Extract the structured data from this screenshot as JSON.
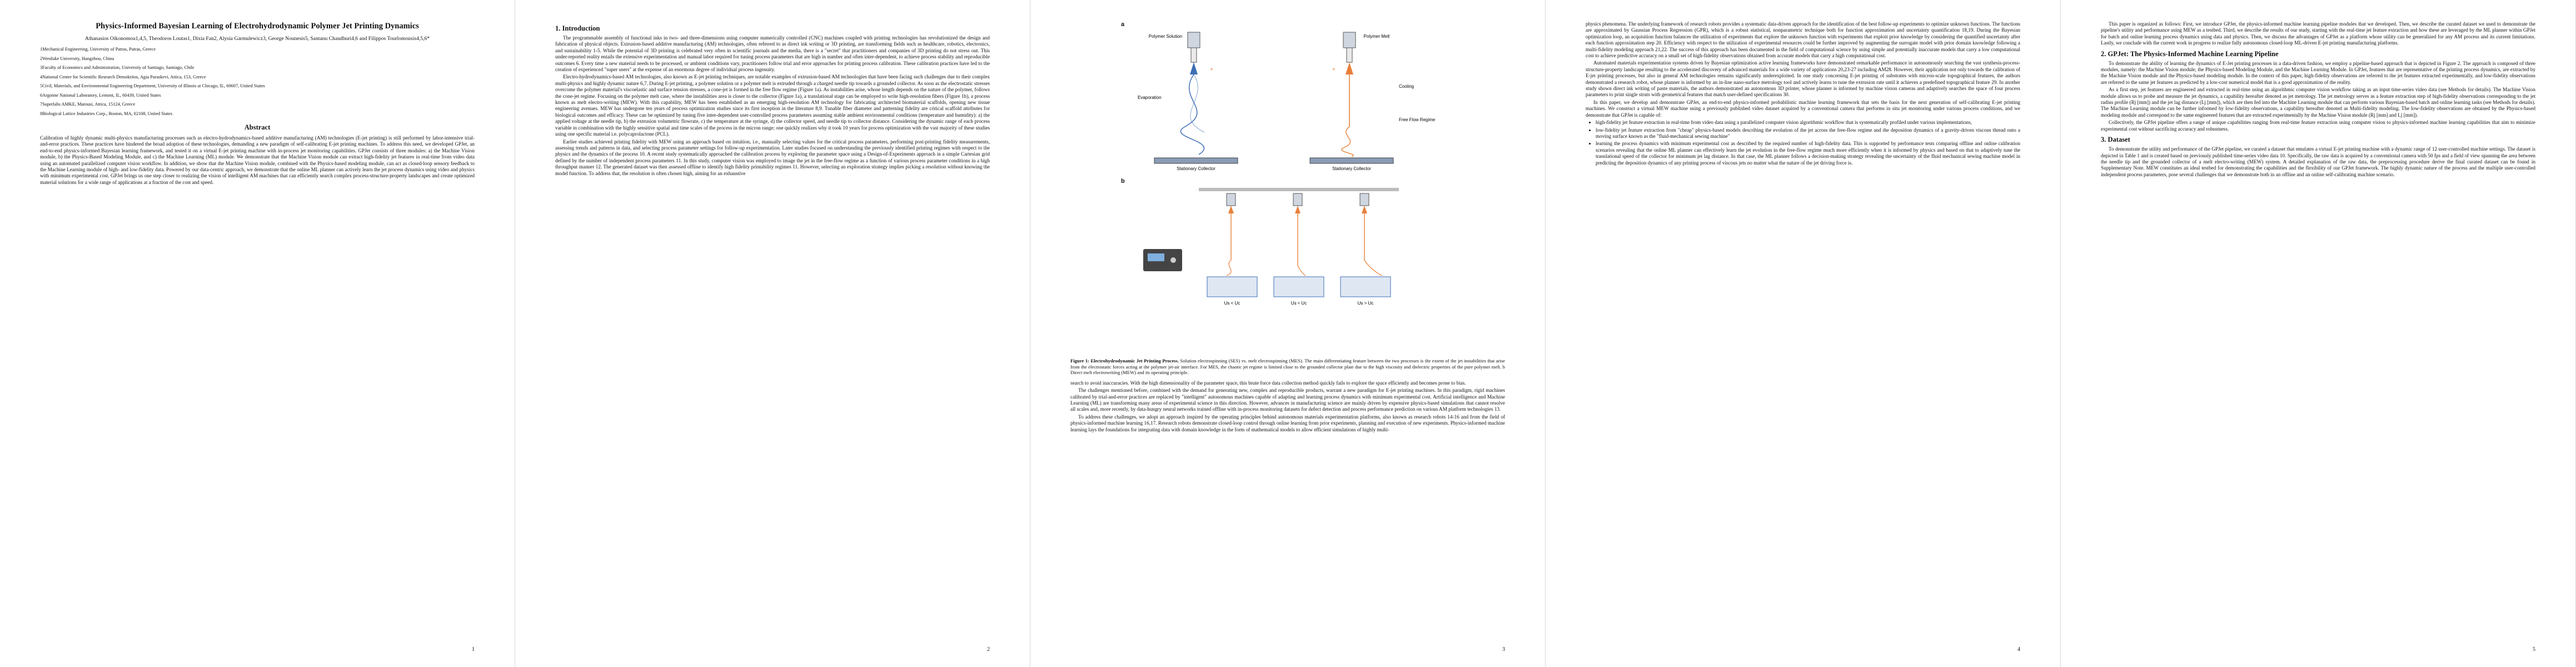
{
  "page_numbers": [
    "1",
    "2",
    "3",
    "4",
    "5"
  ],
  "p1": {
    "title": "Physics-Informed Bayesian Learning of Electrohydrodynamic Polymer Jet Printing Dynamics",
    "authors": "Athanasios Oikonomou1,4,5, Theodoros Loutas1, Dixia Fan2, Alysia Garmulewicz3, George Nounesis5, Santanu Chaudhuri4,6 and Filippos Tourlomousis4,5,6*",
    "affiliations": [
      "1Mechanical Engineering, University of Patras, Patras, Greece",
      "2Westlake University, Hangzhou, China",
      "3Faculty of Economics and Administration, University of Santiago, Santiago, Chile",
      "4National Centre for Scientific Research Demokritos, Agia Paraskevi, Attica, 153, Greece",
      "5Civil, Materials, and Environmental Engineering Department, University of Illinois at Chicago, IL, 60607, United States",
      "6Argonne National Laboratory, Lemont, IL, 60439, United States",
      "7Superlabs AMKE, Marousi, Attica, 15124, Greece",
      "8Biological Lattice Industries Corp., Boston, MA, 02108, United States"
    ],
    "abstract_heading": "Abstract",
    "abstract": "Calibration of highly dynamic multi-physics manufacturing processes such as electro-hydrodynamics-based additive manufacturing (AM) technologies (E-jet printing) is still performed by labor-intensive trial-and-error practices. These practices have hindered the broad adoption of these technologies, demanding a new paradigm of self-calibrating E-jet printing machines. To address this need, we developed GPJet, an end-to-end physics-informed Bayesian learning framework, and tested it on a virtual E-jet printing machine with in-process jet monitoring capabilities. GPJet consists of three modules: a) the Machine Vision module, b) the Physics-Based Modeling Module, and c) the Machine Learning (ML) module. We demonstrate that the Machine Vision module can extract high-fidelity jet features in real-time from video data using an automated parallelized computer vision workflow. In addition, we show that the Machine Vision module, combined with the Physics-based modeling module, can act as closed-loop sensory feedback to the Machine Learning module of high- and low-fidelity data. Powered by our data-centric approach, we demonstrate that the online ML planner can actively learn the jet process dynamics using video and physics with minimum experimental cost. GPJet brings us one step closer to realizing the vision of intelligent AM machines that can efficiently search complex process-structure-property landscapes and create optimized material solutions for a wide range of applications at a fraction of the cost and speed."
  },
  "p2": {
    "heading": "1.   Introduction",
    "paras": [
      "The programmable assembly of functional inks in two- and three-dimensions using computer numerically controlled (CNC) machines coupled with printing technologies has revolutionized the design and fabrication of physical objects. Extrusion-based additive manufacturing (AM) technologies, often referred to as direct ink writing or 3D printing, are transforming fields such as healthcare, robotics, electronics, and sustainability 1-5. While the potential of 3D printing is celebrated very often in scientific journals and the media, there is a \"secret\" that practitioners and companies of 3D printing do not stress out. This under-reported reality entails the extensive experimentation and manual labor required for tuning process parameters that are high in number and often inter-dependent, to achieve process stability and reproducible outcomes 6. Every time a new material needs to be processed, or ambient conditions vary, practitioners follow trial and error approaches for printing process calibration. These calibration practices have led to the creation of experienced \"super users\" at the expense of an enormous degree of individual process ingenuity.",
      "Electro-hydrodynamics-based AM technologies, also known as E-jet printing techniques, are notable examples of extrusion-based AM technologies that have been facing such challenges due to their complex multi-physics and highly dynamic nature 6,7. During E-jet printing, a polymer solution or a polymer melt is extruded through a charged needle tip towards a grounded collector. As soon as the electrostatic stresses overcome the polymer material's viscoelastic and surface tension stresses, a cone-jet is formed in the free flow regime (Figure 1a). As instabilities arise, whose length depends on the nature of the polymer, follows the cone-jet regime. Focusing on the polymer melt case, where the instabilities area is closer to the collector (Figure 1a), a translational stage can be employed to write high-resolution fibers (Figure 1b), a process known as melt electro-writing (MEW). With this capability, MEW has been established as an emerging high-resolution AM technology for fabricating architected biomaterial scaffolds, opening new tissue engineering avenues. MEW has undergone ten years of process optimization studies since its first inception in the literature 8,9. Tunable fiber diameter and patterning fidelity are critical scaffold attributes for biological outcomes and efficacy. These can be optimized by tuning five inter-dependent user-controlled process parameters assuming stable ambient environmental conditions (temperature and humidity): a) the applied voltage at the needle tip, b) the extrusion volumetric flowrate, c) the temperature at the syringe, d) the collector speed, and needle tip to collector distance. Considering the dynamic range of each process variable in combination with the highly sensitive spatial and time scales of the process in the micron range; one quickly realizes why it took 10 years for process optimization with the vast majority of these studies using one specific material i.e. polycaprolactone (PCL).",
      "Earlier studies achieved printing fidelity with MEW using an approach based on intuition, i.e., manually selecting values for the critical process parameters, performing post-printing fidelity measurements, assessing trends and patterns in data, and selecting process parameter settings for follow-up experimentation. Later studies focused on understanding the previously identified printing regimes with respect to the physics and the dynamics of the process 10. A recent study systematically approached the calibration process by exploring the parameter space using a Design-of-Experiments approach in a simple Cartesian grid defined by the number of independent process parameters 11. In this study, computer vision was employed to image the jet in the free-flow regime as a function of various process parameter conditions in a high throughput manner 12. The generated dataset was then assessed offline to identify high fidelity printability regimes 11. However, selecting an exploration strategy implies picking a resolution without knowing the model function. To address that, the resolution is often chosen high, aiming for an exhaustive"
    ]
  },
  "p3": {
    "figure": {
      "label_a": "a",
      "label_b": "b",
      "labels_top": [
        "Polymer Solution",
        "Polymer Melt"
      ],
      "labels_side": [
        "Evaporation",
        "Cooling",
        "Free Flow Regime"
      ],
      "collector_left": "Stationary Collector",
      "collector_right": "Stationary Collector",
      "col_labels": [
        "Us < Uc",
        "Us ≈ Uc",
        "Us > Uc"
      ]
    },
    "caption_title": "Figure 1: Electrohydrodynamic Jet Printing Process.",
    "caption_body": " Solution electrospinning (SES) vs. melt electrospinning (MES). The main differentiating feature between the two processes is the extent of the jet instabilities that arise from the electrostatic forces acting at the polymer jet-air interface. For MES, the chaotic jet regime is limited close to the grounded collector plate due to the high viscosity and dielectric properties of the pure polymer melt. b Direct melt electrowriting (MEW) and its operating principle.",
    "paras": [
      "search to avoid inaccuracies. With the high dimensionality of the parameter space, this brute force data collection method quickly fails to explore the space efficiently and becomes prone to bias.",
      "The challenges mentioned before, combined with the demand for generating new, complex and reproducible products, warrant a new paradigm for E-jet printing machines. In this paradigm, rigid machines calibrated by trial-and-error practices are replaced by \"intelligent\" autonomous machines capable of adapting and learning process dynamics with minimum experimental cost. Artificial intelligence and Machine Learning (ML) are transforming many areas of experimental science in this direction. However, advances in manufacturing science are mainly driven by expensive physics-based simulations that cannot resolve all scales and, more recently, by data-hungry neural networks trained offline with in-process monitoring datasets for defect detection and process performance prediction on various AM platform technologies 13.",
      "To address these challenges, we adopt an approach inspired by the operating principles behind autonomous materials experimentation platforms, also known as research robots 14-16 and from the field of physics-informed machine learning 16,17. Research robots demonstrate closed-loop control through online learning from prior experiments, planning and execution of new experiments. Physics-informed machine learning lays the foundations for integrating data with domain knowledge in the form of mathematical models to allow efficient simulations of highly multi-"
    ]
  },
  "p4": {
    "paras": [
      "physics phenomena. The underlying framework of research robots provides a systematic data-driven approach for the identification of the best follow-up experiments to optimize unknown functions. The functions are approximated by Gaussian Process Regression (GPR), which is a robust statistical, nonparametric technique both for function approximation and uncertainty quantification 18,19. During the Bayesian optimization loop, an acquisition function balances the utilization of experiments that explore the unknown function with experiments that exploit prior knowledge by considering the quantified uncertainty after each function approximation step 20. Efficiency with respect to the utilization of experimental resources could be further improved by augmenting the surrogate model with prior domain knowledge following a multi-fidelity modeling approach 21,22. The success of this approach has been documented in the field of computational science by using simple and potentially inaccurate models that carry a low computational cost to achieve predictive accuracy on a small set of high-fidelity observations obtained from accurate models that carry a high computational cost.",
      "Automated materials experimentation systems driven by Bayesian optimization active learning frameworks have demonstrated remarkable performance in autonomously searching the vast synthesis-process-structure-property landscape resulting to the accelerated discovery of advanced materials for a wide variety of applications 20,23-27 including AM28. However, their application not only towards the calibration of E-jet printing processes, but also in general AM technologies remains significantly underexploited. In one study concerning E-jet printing of substrates with micron-scale topographical features, the authors demonstrated a research robot, whose planner is informed by an in-line nano-surface metrology tool and actively learns to tune the extrusion rate until it achieves a predefined topographical feature 29. In another study shown direct ink writing of paste materials, the authors demonstrated an autonomous 3D printer, whose planner is informed by machine vision cameras and adaptively searches the space of four process parameters to print single struts with geometrical features that match user-defined specifications 30.",
      "In this paper, we develop and demonstrate GPJet, an end-to-end physics-informed probabilistic machine learning framework that sets the basis for the next generation of self-calibrating E-jet printing machines. We construct a virtual MEW machine using a previously published video dataset acquired by a conventional camera that performs in situ jet monitoring under various process conditions, and we demonstrate that GPJet is capable of:"
    ],
    "bullets": [
      "high-fidelity jet feature extraction in real-time from video data using a parallelized computer vision algorithmic workflow that is systematically profiled under various implementations,",
      "low-fidelity jet feature extraction from \"cheap\" physics-based models describing the evolution of the jet across the free-flow regime and the deposition dynamics of a gravity-driven viscous thread onto a moving surface known as the \"fluid-mechanical sewing machine\"",
      "learning the process dynamics with minimum experimental cost as described by the required number of high-fidelity data. This is supported by performance tests comparing offline and online calibration scenarios revealing that the online ML planner can effectively learn the jet evolution in the free-flow regime much more efficiently when it is informed by physics and based on that to adaptively tune the translational speed of the collector for minimum jet lag distance. In that case, the ML planner follows a decision-making strategy revealing the uncertainty of the fluid mechanical sewing machine model in predicting the deposition dynamics of any printing process of viscous jets no matter what the nature of the jet driving force is."
    ]
  },
  "p5": {
    "paras_top": [
      "This paper is organized as follows: First, we introduce GPJet, the physics-informed machine learning pipeline modules that we developed. Then, we describe the curated dataset we used to demonstrate the pipeline's utility and performance using MEW as a testbed. Third, we describe the results of our study, starting with the real-time jet feature extraction and how these are leveraged by the ML planner within GPJet for batch and online learning process dynamics using data and physics. Then, we discuss the advantages of GPJet as a platform whose utility can be generalized for any AM process and its current limitations. Lastly, we conclude with the current work in progress to realize fully autonomous closed-loop ML-driven E-jet printing manufacturing platforms."
    ],
    "heading2": "2.   GPJet: The Physics-Informed Machine Learning Pipeline",
    "paras_mid": [
      "To demonstrate the ability of learning the dynamics of E-Jet printing processes in a data-driven fashion, we employ a pipeline-based approach that is depicted in Figure 2. The approach is composed of three modules, namely: the Machine Vision module, the Physics-based Modeling Module, and the Machine Learning Module. In GPJet, features that are representative of the printing process dynamics, are extracted by the Machine Vision module and the Physics-based modeling module. In the context of this paper, high-fidelity observations are referred to the jet features extracted experimentally, and low-fidelity observations are referred to the same jet features as predicted by a low-cost numerical model that is a good approximation of the reality.",
      "As a first step, jet features are engineered and extracted in real-time using an algorithmic computer vision workflow taking as an input time-series video data (see Methods for details). The Machine Vision module allows us to probe and measure the jet dynamics, a capability hereafter denoted as jet metrology. The jet metrology serves as a feature extraction step of high-fidelity observations corresponding to the jet radius profile (Rj [mm]) and the jet lag distance (Lj [mm]), which are then fed into the Machine Learning module that can perform various Bayesian-based batch and online learning tasks (see Methods for details). The Machine Learning module can be further informed by low-fidelity observations, a capability hereafter denoted as Multi-fidelity modeling. The low-fidelity observations are obtained by the Physics-based modeling module and correspond to the same engineered features that are extracted experimentally by the Machine Vision module (Rj [mm] and Lj [mm]).",
      "Collectively, the GPJet pipeline offers a range of unique capabilities ranging from real-time feature extraction using computer vision to physics-informed machine learning capabilities that aim to minimize experimental cost without sacrificing accuracy and robustness."
    ],
    "heading3": "3.   Dataset",
    "paras_bot": [
      "To demonstrate the utility and performance of the GPJet pipeline, we curated a dataset that emulates a virtual E-jet printing machine with a dynamic range of 12 user-controlled machine settings. The dataset is depicted in Table 1 and is created based on previously published time-series video data 10. Specifically, the raw data is acquired by a conventional camera with 50 fps and a field of view spanning the area between the needle tip and the grounded collector of a melt electro-writing (MEW) system. A detailed explanation of the raw data, the preprocessing procedure derive the final curated dataset can be found in Supplementary Note. MEW constitutes an ideal testbed for demonstrating the capabilities and the flexibility of our GPJet framework. The highly dynamic nature of the process and the multiple user-controlled independent process parameters, pose several challenges that we demonstrate both in an offline and an online self-calibrating machine scenario."
    ]
  },
  "colors": {
    "page_bg": "#ffffff",
    "strip_bg": "#ececec",
    "figure_blue": "#3f6fb5",
    "jet_orange": "#e8803a"
  }
}
